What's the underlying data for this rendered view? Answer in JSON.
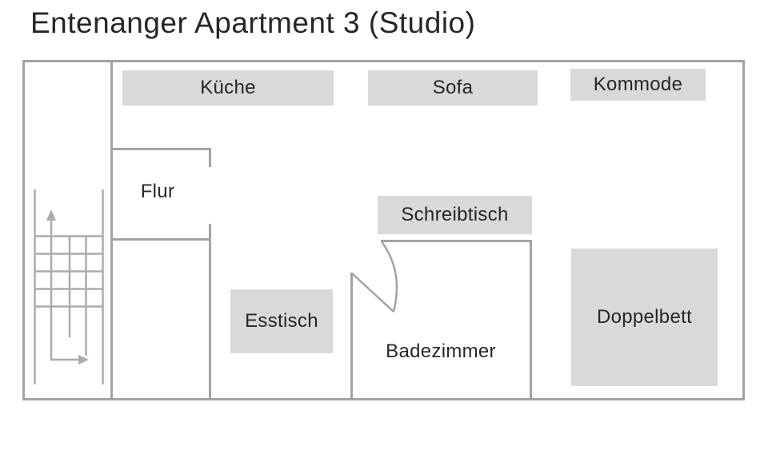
{
  "title": "Entenanger Apartment 3 (Studio)",
  "colors": {
    "wall": "#a3a3a3",
    "stairs": "#ababab",
    "furniture_fill": "#d9d9d9",
    "label_text": "#262626"
  },
  "rooms": {
    "flur": {
      "label": "Flur"
    },
    "badezimmer": {
      "label": "Badezimmer"
    }
  },
  "furniture": {
    "kueche": {
      "label": "Küche"
    },
    "sofa": {
      "label": "Sofa"
    },
    "kommode": {
      "label": "Kommode"
    },
    "schreibtisch": {
      "label": "Schreibtisch"
    },
    "esstisch": {
      "label": "Esstisch"
    },
    "doppelbett": {
      "label": "Doppelbett"
    }
  },
  "icons": {
    "stairs_up": "up-arrow",
    "stairs_down": "right-arrow"
  }
}
